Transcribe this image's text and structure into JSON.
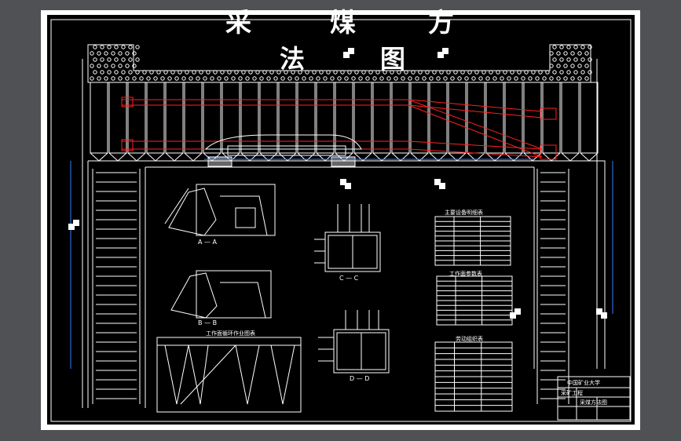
{
  "title": {
    "chars": [
      "采",
      "煤",
      "方",
      "法",
      "图"
    ]
  },
  "sections": {
    "section_aa": "A — A",
    "section_bb": "B — B",
    "section_cc": "C — C",
    "section_dd": "D — D"
  },
  "cycle_chart": {
    "title": "工作面循环作业图表"
  },
  "tables": {
    "table_1_title": "主要设备明细表",
    "table_2_title": "工作面参数表",
    "table_3_title": "劳动组织表"
  },
  "title_block": {
    "school": "中国矿业大学",
    "drawing": "采煤方法图",
    "row2": "采矿工程"
  },
  "colors": {
    "background": "#000000",
    "paper": "#ffffff",
    "line": "#ffffff",
    "conveyor": "#ff2020",
    "road": "#3a7bff",
    "viewport": "#4f5155"
  }
}
